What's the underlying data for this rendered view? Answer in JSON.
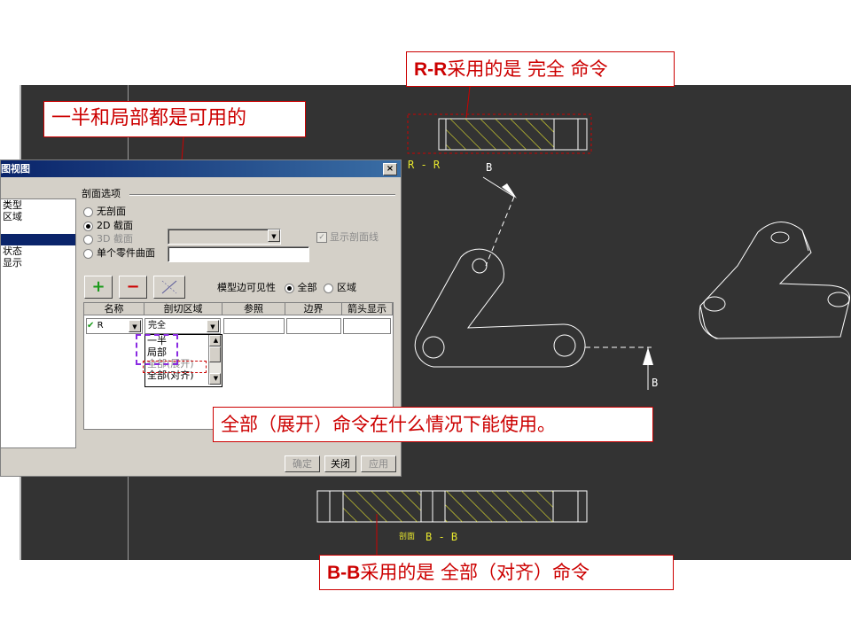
{
  "callouts": {
    "rr": {
      "prefix": "R-R",
      "text": "采用的是 完全 命令"
    },
    "half": {
      "text": "一半和局部都是可用的"
    },
    "full_expand": {
      "text": "全部（展开）命令在什么情况下能使用。"
    },
    "bb": {
      "prefix": "B-B",
      "text": "采用的是 全部（对齐）命令"
    }
  },
  "drawing": {
    "label_rr": "R - R",
    "label_b_top": "B",
    "label_b_right": "B",
    "label_section": "剖面",
    "label_bb": "B - B"
  },
  "dialog": {
    "title": "图视图",
    "close": "×",
    "tree_items": [
      "类型",
      "区域",
      "",
      "",
      "状态",
      "显示"
    ],
    "tree_selected_index": 3,
    "section_group": "剖面选项",
    "options": [
      {
        "label": "无剖面",
        "checked": false,
        "disabled": false
      },
      {
        "label": "2D 截面",
        "checked": true,
        "disabled": false
      },
      {
        "label": "3D 截面",
        "checked": false,
        "disabled": true
      },
      {
        "label": "单个零件曲面",
        "checked": false,
        "disabled": false
      }
    ],
    "show_section_line": "显示剖面线",
    "add": "+",
    "remove": "−",
    "model_edge_visibility": "模型边可见性",
    "vis_all": "全部",
    "vis_area": "区域",
    "columns": [
      "名称",
      "剖切区域",
      "参照",
      "边界",
      "箭头显示"
    ],
    "row": {
      "name": "R",
      "area": "完全"
    },
    "area_options": [
      "一半",
      "局部",
      "全部(展开)",
      "全部(对齐)"
    ],
    "buttons": {
      "ok": "确定",
      "close": "关闭",
      "apply": "应用"
    }
  },
  "colors": {
    "callout": "#cc0000",
    "cad_bg": "#333333",
    "hatch": "#e6e62e",
    "title_bar": "#0a246a"
  }
}
